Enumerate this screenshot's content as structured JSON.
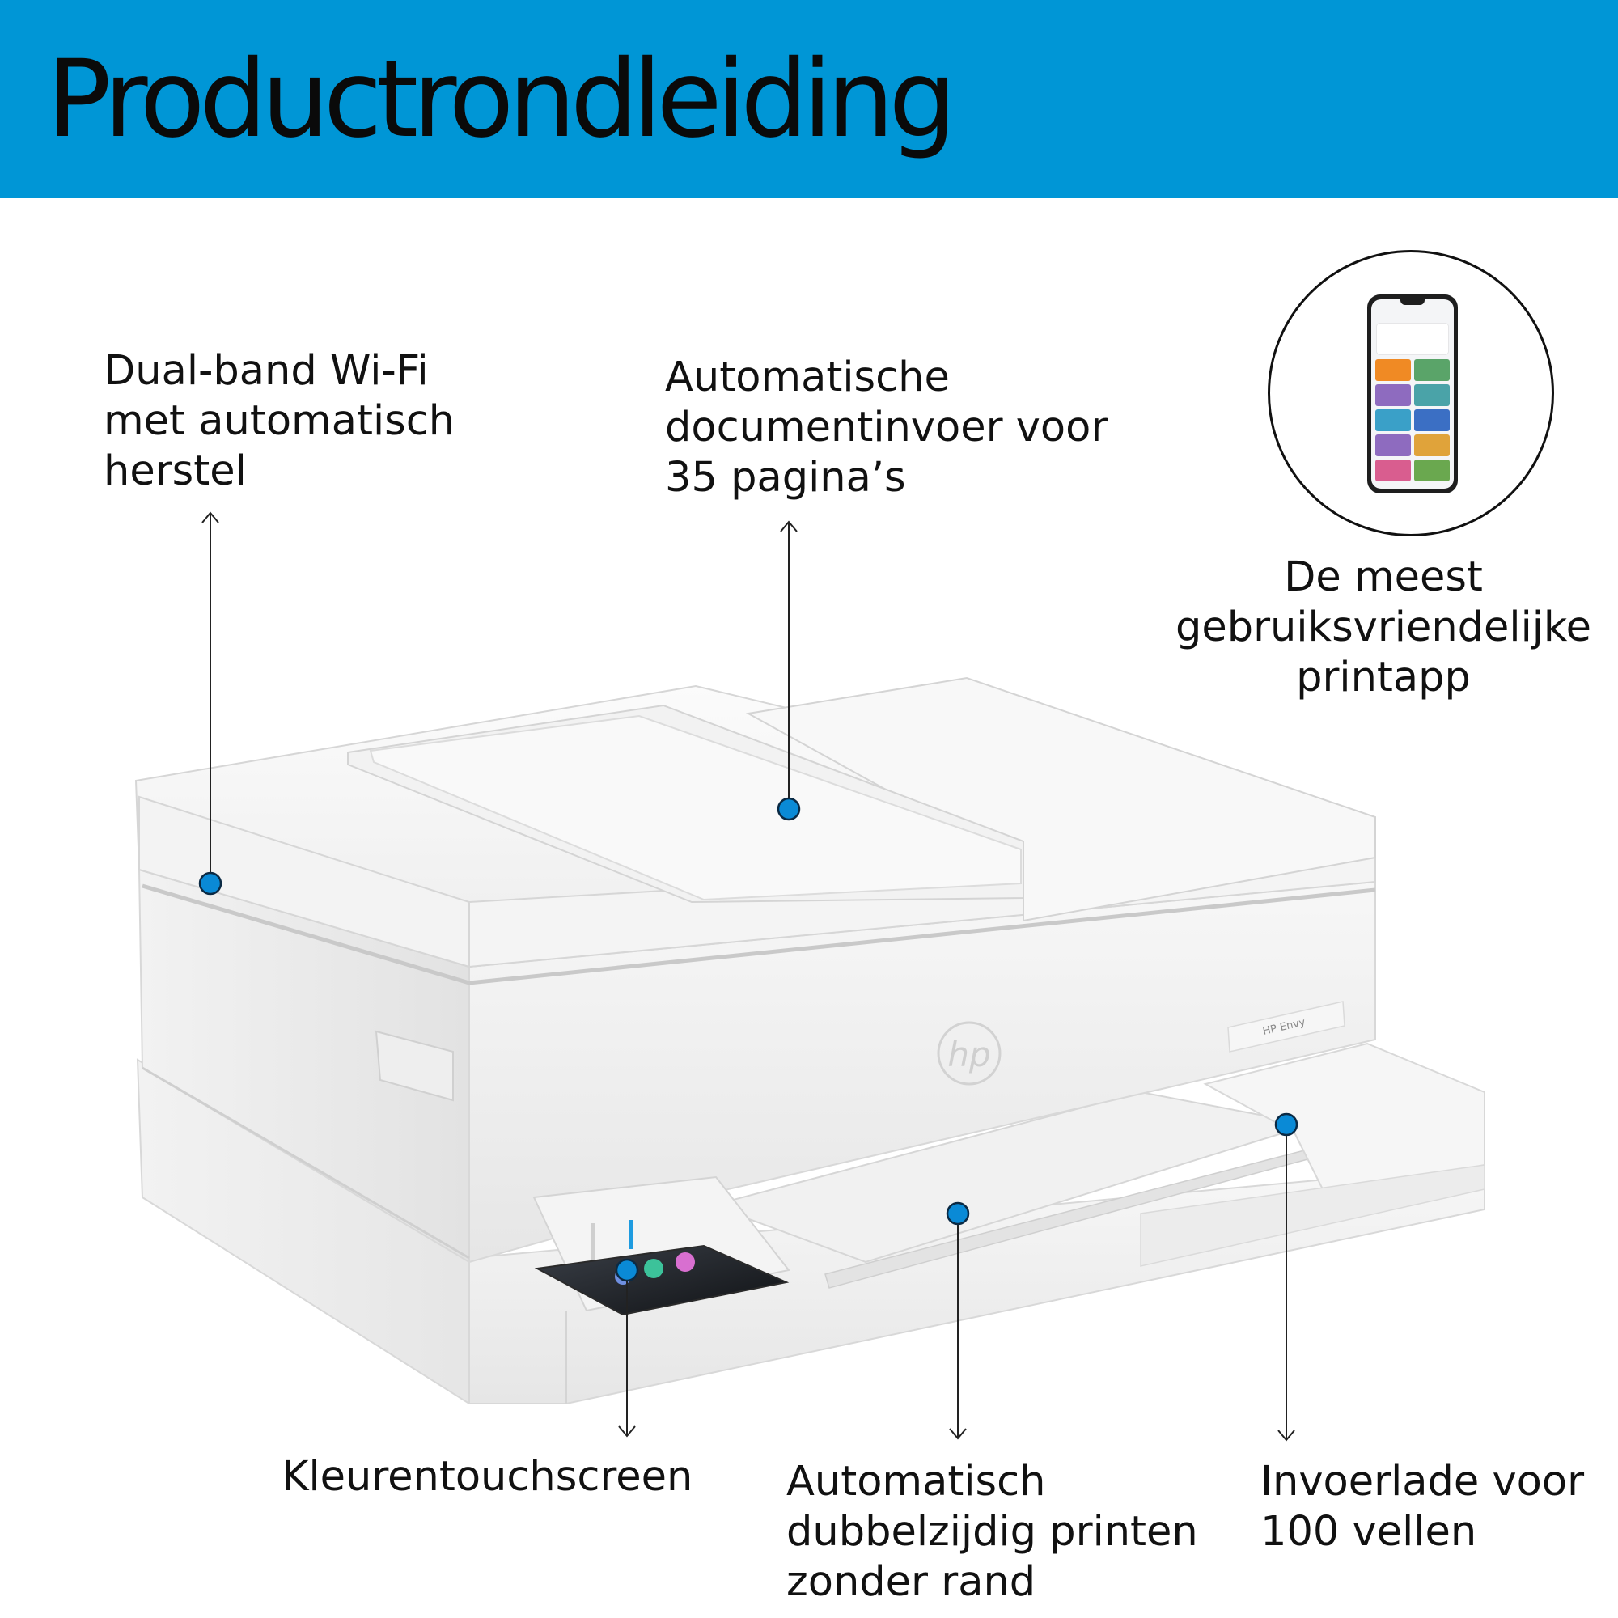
{
  "banner": {
    "title": "Productrondleiding",
    "color": "#0096d6"
  },
  "accent_color": "#0a8ad6",
  "callouts": {
    "wifi": [
      "Dual-band Wi-Fi",
      "met automatisch",
      "herstel"
    ],
    "adf": [
      "Automatische",
      "documentinvoer voor",
      "35 pagina’s"
    ],
    "app": [
      "De meest",
      "gebruiksvriendelijke",
      "printapp"
    ],
    "touchscreen": [
      "Kleurentouchscreen"
    ],
    "duplex": [
      "Automatisch",
      "dubbelzijdig printen",
      "zonder rand"
    ],
    "tray": [
      "Invoerlade voor",
      "100 vellen"
    ]
  },
  "printer": {
    "brand_logo": "hp",
    "model_label": "HP Envy"
  },
  "phone_app": {
    "icon": "smartphone-app-icon",
    "tile_colors": [
      "#f08a24",
      "#5aa469",
      "#8e6bbf",
      "#4aa3a8",
      "#3aa0c8",
      "#3b6fc4",
      "#8e6bbf",
      "#e0a33a",
      "#d95d8f",
      "#6aa84f"
    ]
  }
}
